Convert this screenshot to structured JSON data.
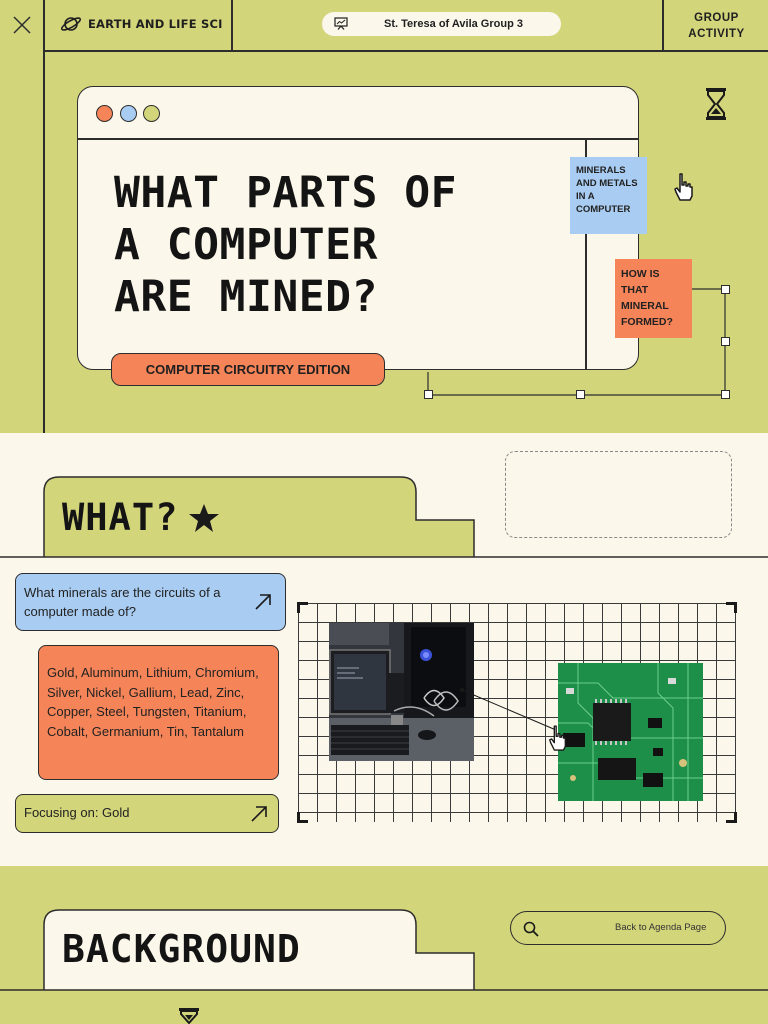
{
  "header": {
    "brand_label": "EARTH AND LIFE SCI",
    "group_label": "St. Teresa of Avila Group 3",
    "activity_line1": "GROUP",
    "activity_line2": "ACTIVITY"
  },
  "hero": {
    "title_line1": "WHAT PARTS OF",
    "title_line2": "A COMPUTER",
    "title_line3": "ARE MINED?",
    "edition_label": "COMPUTER CIRCUITRY EDITION",
    "note_blue": "MINERALS AND METALS IN A COMPUTER",
    "note_orange": "HOW IS THAT MINERAL FORMED?",
    "window_dot_colors": [
      "#f58458",
      "#a9cdf2",
      "#d3d57a"
    ]
  },
  "what_section": {
    "heading": "WHAT?",
    "question": "What minerals are the circuits of a computer made of?",
    "minerals_list": "Gold, Aluminum, Lithium, Chromium, Silver, Nickel, Gallium, Lead, Zinc, Copper, Steel, Tungsten, Titanium, Cobalt, Germanium, Tin, Tantalum",
    "focus_label": "Focusing on: Gold"
  },
  "background_section": {
    "heading": "BACKGROUND",
    "agenda_link": "Back to Agenda Page"
  },
  "icons": {
    "close": "close-icon",
    "planet": "planet-icon",
    "presentation": "presentation-icon",
    "hourglass": "hourglass-icon",
    "hand_cursor": "hand-pointer-icon",
    "star": "star-icon",
    "arrow": "arrow-up-right-icon",
    "search": "search-icon"
  },
  "colors": {
    "olive": "#d3d57a",
    "cream": "#fbf7ea",
    "orange": "#f58458",
    "blue": "#a9cdf2",
    "ink": "#1f1f1f"
  }
}
